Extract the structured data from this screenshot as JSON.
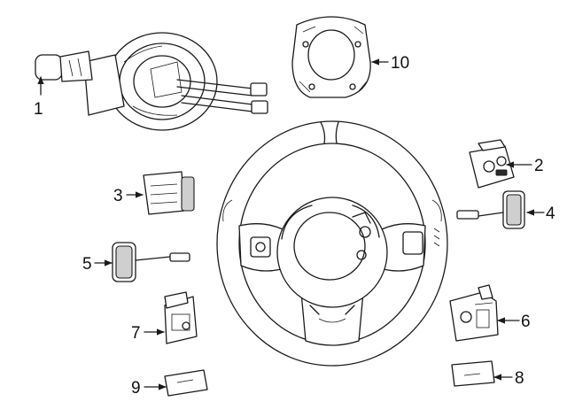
{
  "callouts": [
    {
      "id": "1",
      "label": "1"
    },
    {
      "id": "2",
      "label": "2"
    },
    {
      "id": "3",
      "label": "3"
    },
    {
      "id": "4",
      "label": "4"
    },
    {
      "id": "5",
      "label": "5"
    },
    {
      "id": "6",
      "label": "6"
    },
    {
      "id": "7",
      "label": "7"
    },
    {
      "id": "8",
      "label": "8"
    },
    {
      "id": "9",
      "label": "9"
    },
    {
      "id": "10",
      "label": "10"
    }
  ],
  "colors": {
    "line": "#1a1a1a",
    "shade": "#cfcfcf",
    "background": "#ffffff"
  }
}
